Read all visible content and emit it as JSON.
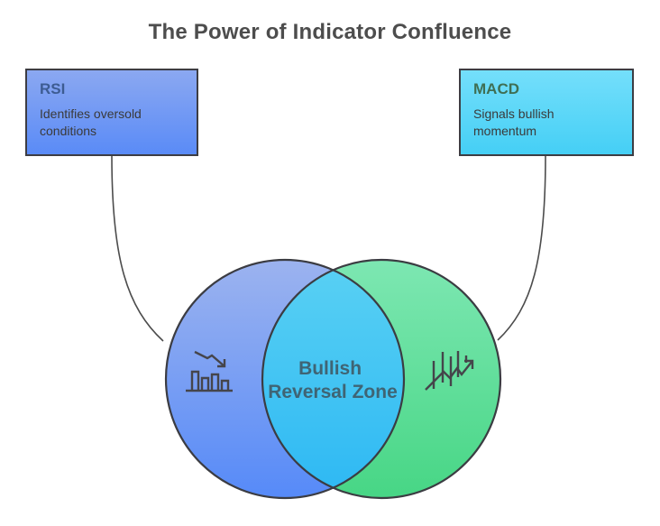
{
  "title": "The Power of Indicator Confluence",
  "boxes": {
    "rsi": {
      "title": "RSI",
      "description": "Identifies oversold conditions"
    },
    "macd": {
      "title": "MACD",
      "description": "Signals bullish momentum"
    }
  },
  "venn": {
    "center_label": {
      "line1": "Bullish",
      "line2": "Reversal Zone"
    },
    "left_icon": "declining-bar-chart",
    "right_icon": "rising-trend-chart"
  },
  "colors": {
    "left_circle_top": "#9cb3ef",
    "left_circle_bottom": "#568af8",
    "right_circle_top": "#7de7b2",
    "right_circle_bottom": "#47d685",
    "overlap_top": "#58d0f3",
    "overlap_bottom": "#2fb9f3",
    "rsi_box_top": "#8ba8f1",
    "rsi_box_bottom": "#5a8bf7",
    "macd_box_top": "#74dffb",
    "macd_box_bottom": "#45cff5",
    "outline": "#3b3c42",
    "connector": "#4c4c4c",
    "rsi_title_text": "#3d5c92",
    "macd_title_text": "#3f6f54",
    "center_text": "#3f6474",
    "title_text": "#4d4d4d",
    "icon_stroke": "#45454b"
  }
}
